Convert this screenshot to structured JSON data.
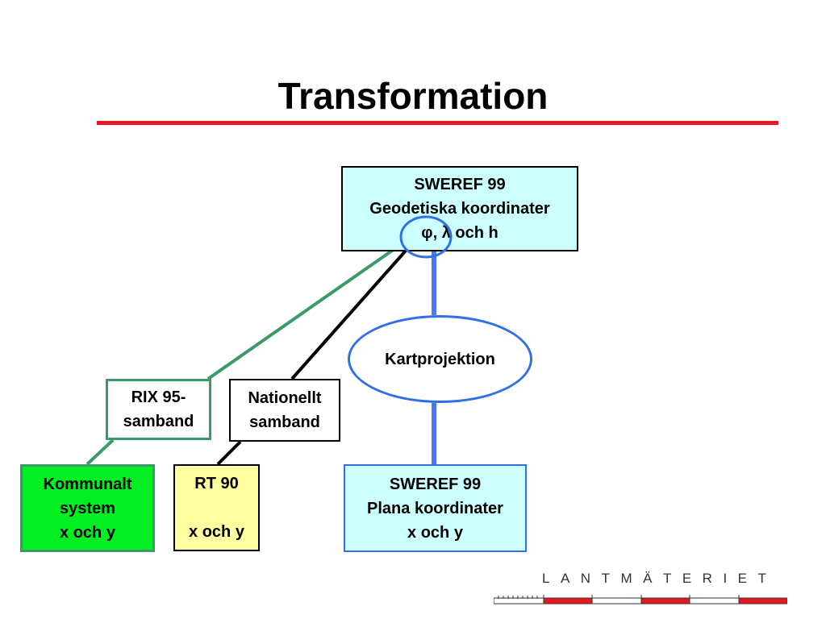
{
  "title": "Transformation",
  "boxes": {
    "sweref_geo": {
      "line1": "SWEREF 99",
      "line2": "Geodetiska koordinater",
      "line3": "φ, λ  och  h"
    },
    "kartprojektion": {
      "label": "Kartprojektion"
    },
    "rix": {
      "line1": "RIX 95-",
      "line2": "samband"
    },
    "nationellt": {
      "line1": "Nationellt",
      "line2": "samband"
    },
    "kommunalt": {
      "line1": "Kommunalt",
      "line2": "system",
      "line3": "x och y"
    },
    "rt90": {
      "line1": "RT 90",
      "line2": "x och y"
    },
    "sweref_plan": {
      "line1": "SWEREF 99",
      "line2": "Plana koordinater",
      "line3": "x och y"
    }
  },
  "logo": {
    "text": "LANTMÄTERIET"
  },
  "colors": {
    "title_rule": "#e8171f",
    "green_connector": "#3a9a6a",
    "black_connector": "#000000",
    "blue_connector": "#2f6fe8",
    "sweref_fill": "#ccffff",
    "kommunalt_fill": "#00ee22",
    "rt90_fill": "#ffffa0"
  }
}
